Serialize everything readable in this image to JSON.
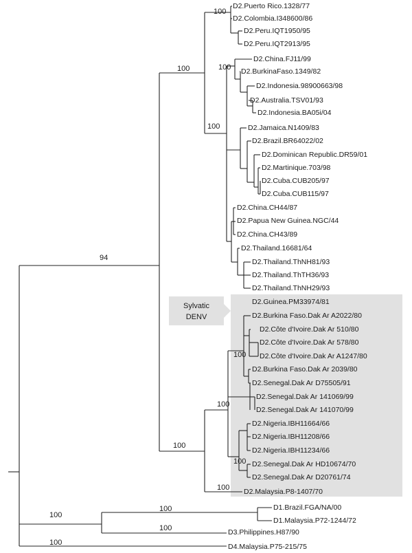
{
  "group": {
    "label_line1": "Sylvatic",
    "label_line2": "DENV"
  },
  "taxa": [
    "D2.Puerto Rico.1328/77",
    "D2.Colombia.I348600/86",
    "D2.Peru.IQT1950/95",
    "D2.Peru.IQT2913/95",
    "D2.China.FJ11/99",
    "D2.BurkinaFaso.1349/82",
    "D2.Indonesia.98900663/98",
    "D2.Australia.TSV01/93",
    "D2.Indonesia.BA05i/04",
    "D2.Jamaica.N1409/83",
    "D2.Brazil.BR64022/02",
    "D2.Dominican Republic.DR59/01",
    "D2.Martinique.703/98",
    "D2.Cuba.CUB205/97",
    "D2.Cuba.CUB115/97",
    "D2.China.CH44/87",
    "D2.Papua New Guinea.NGC/44",
    "D2.China.CH43/89",
    "D2.Thailand.16681/64",
    "D2.Thailand.ThNH81/93",
    "D2.Thailand.ThTH36/93",
    "D2.Thailand.ThNH29/93",
    "D2.Guinea.PM33974/81",
    "D2.Burkina Faso.Dak Ar A2022/80",
    "D2.Côte d'Ivoire.Dak Ar 510/80",
    "D2.Côte d'Ivoire.Dak Ar 578/80",
    "D2.Côte d'Ivoire.Dak Ar A1247/80",
    "D2.Burkina Faso.Dak Ar 2039/80",
    "D2.Senegal.Dak Ar D75505/91",
    "D2.Senegal.Dak Ar 141069/99",
    "D2.Senegal.Dak Ar 141070/99",
    "D2.Nigeria.IBH11664/66",
    "D2.Nigeria.IBH11208/66",
    "D2.Nigeria.IBH11234/66",
    "D2.Senegal.Dak Ar HD10674/70",
    "D2.Senegal.Dak Ar D20761/74",
    "D2.Malaysia.P8-1407/70",
    "D1.Brazil.FGA/NA/00",
    "D1.Malaysia.P72-1244/72",
    "D3.Philippines.H87/90",
    "D4.Malaysia.P75-215/75"
  ],
  "bootstrap": {
    "americas_clade": "100",
    "endemic_a": "100",
    "endemic_b": "100",
    "endemic_c": "100",
    "dengue2_root": "94",
    "sylvatic_west_africa": "100",
    "sylvatic_sub": "100",
    "sylvatic_nigeria": "100",
    "sylvatic_all": "100",
    "serotype_root": "100",
    "d1_clade": "100",
    "d3_branch": "100",
    "d4_branch": "100"
  },
  "colors": {
    "highlight": "#e1e1e1",
    "line": "#222222",
    "text": "#1a1a1a"
  }
}
